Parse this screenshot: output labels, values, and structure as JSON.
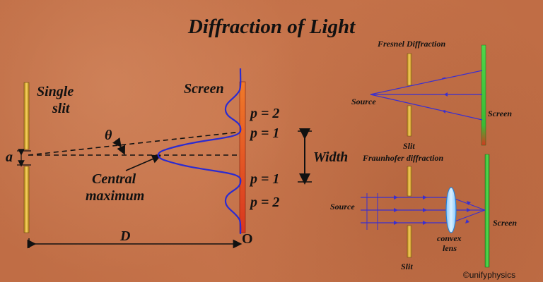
{
  "title": "Diffraction of Light",
  "main_diagram": {
    "slit_label_line1": "Single",
    "slit_label_line2": "slit",
    "slit_width_label": "a",
    "screen_label": "Screen",
    "angle_label": "θ",
    "central_label_line1": "Central",
    "central_label_line2": "maximum",
    "order_labels": [
      "p = 2",
      "p = 1",
      "p = 1",
      "p = 2"
    ],
    "width_label": "Width",
    "distance_label": "D",
    "origin_label": "O"
  },
  "fresnel": {
    "title": "Fresnel Diffraction",
    "source_label": "Source",
    "screen_label": "Screen",
    "slit_label": "Slit"
  },
  "fraunhofer": {
    "title": "Fraunhofer diffraction",
    "source_label": "Source",
    "lens_label_line1": "convex",
    "lens_label_line2": "lens",
    "screen_label": "Screen",
    "slit_label": "Slit"
  },
  "credit": "©unifyphysics",
  "colors": {
    "background": "#c7744a",
    "slit_fill": "#e9b43a",
    "screen_main": "#e0552a",
    "screen_right_top": "#3fc43a",
    "wave_curve": "#2b2bd1",
    "text": "#111111"
  }
}
